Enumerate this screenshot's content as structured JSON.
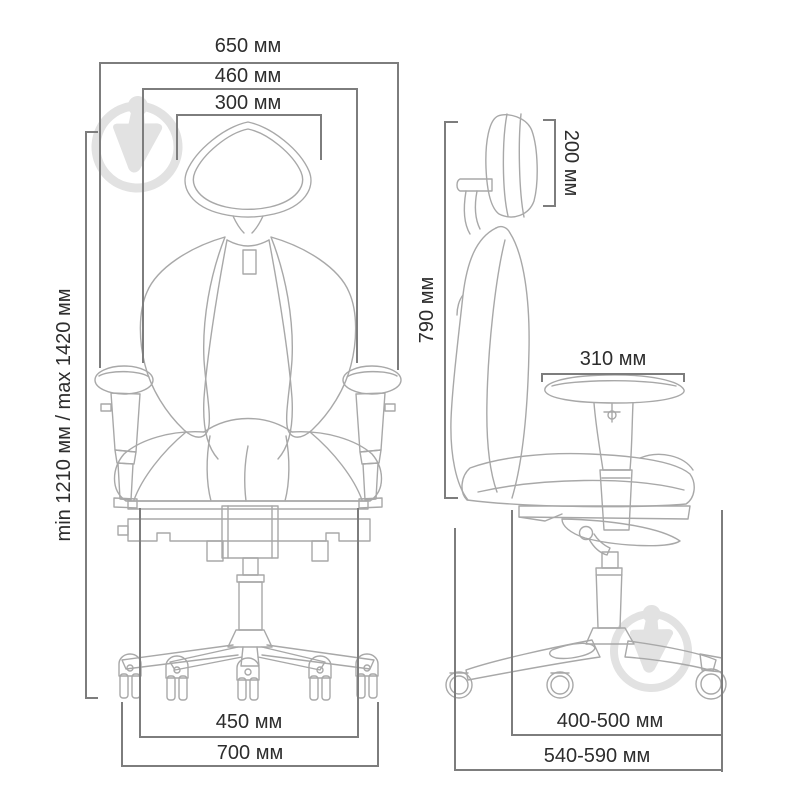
{
  "drawing": {
    "type": "office-chair-dimension-diagram",
    "views": [
      "front",
      "side"
    ]
  },
  "front_view": {
    "dimensions": {
      "overall_width": "650 мм",
      "backrest_width": "460 мм",
      "headrest_width": "300 мм",
      "height_range": "min 1210 мм / max 1420 мм",
      "base_inner_width": "450 мм",
      "base_overall_width": "700 мм"
    }
  },
  "side_view": {
    "dimensions": {
      "backrest_height": "790 мм",
      "headrest_height": "200 мм",
      "armrest_length": "310 мм",
      "seat_depth_range": "400-500 мм",
      "base_depth_range": "540-590 мм"
    }
  },
  "icons": {
    "watermark": "watermark-badge-icon"
  },
  "colors": {
    "background": "#ffffff",
    "dimension_line": "#7d7d7d",
    "drawing_line": "#a8a8a8",
    "label_text": "#2d2d2d",
    "watermark": "#e2e2e2"
  }
}
